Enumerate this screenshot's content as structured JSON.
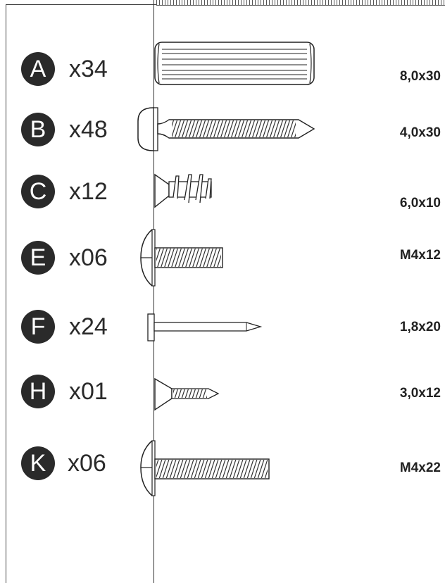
{
  "parts": [
    {
      "letter": "A",
      "quantity": "x34",
      "size": "8,0x30",
      "icon": "dowel-icon"
    },
    {
      "letter": "B",
      "quantity": "x48",
      "size": "4,0x30",
      "icon": "wood-screw-icon"
    },
    {
      "letter": "C",
      "quantity": "x12",
      "size": "6,0x10",
      "icon": "euro-screw-icon"
    },
    {
      "letter": "E",
      "quantity": "x06",
      "size": "M4x12",
      "icon": "machine-screw-icon"
    },
    {
      "letter": "F",
      "quantity": "x24",
      "size": "1,8x20",
      "icon": "nail-icon"
    },
    {
      "letter": "H",
      "quantity": "x01",
      "size": "3,0x12",
      "icon": "small-screw-icon"
    },
    {
      "letter": "K",
      "quantity": "x06",
      "size": "M4x22",
      "icon": "long-machine-screw-icon"
    }
  ]
}
